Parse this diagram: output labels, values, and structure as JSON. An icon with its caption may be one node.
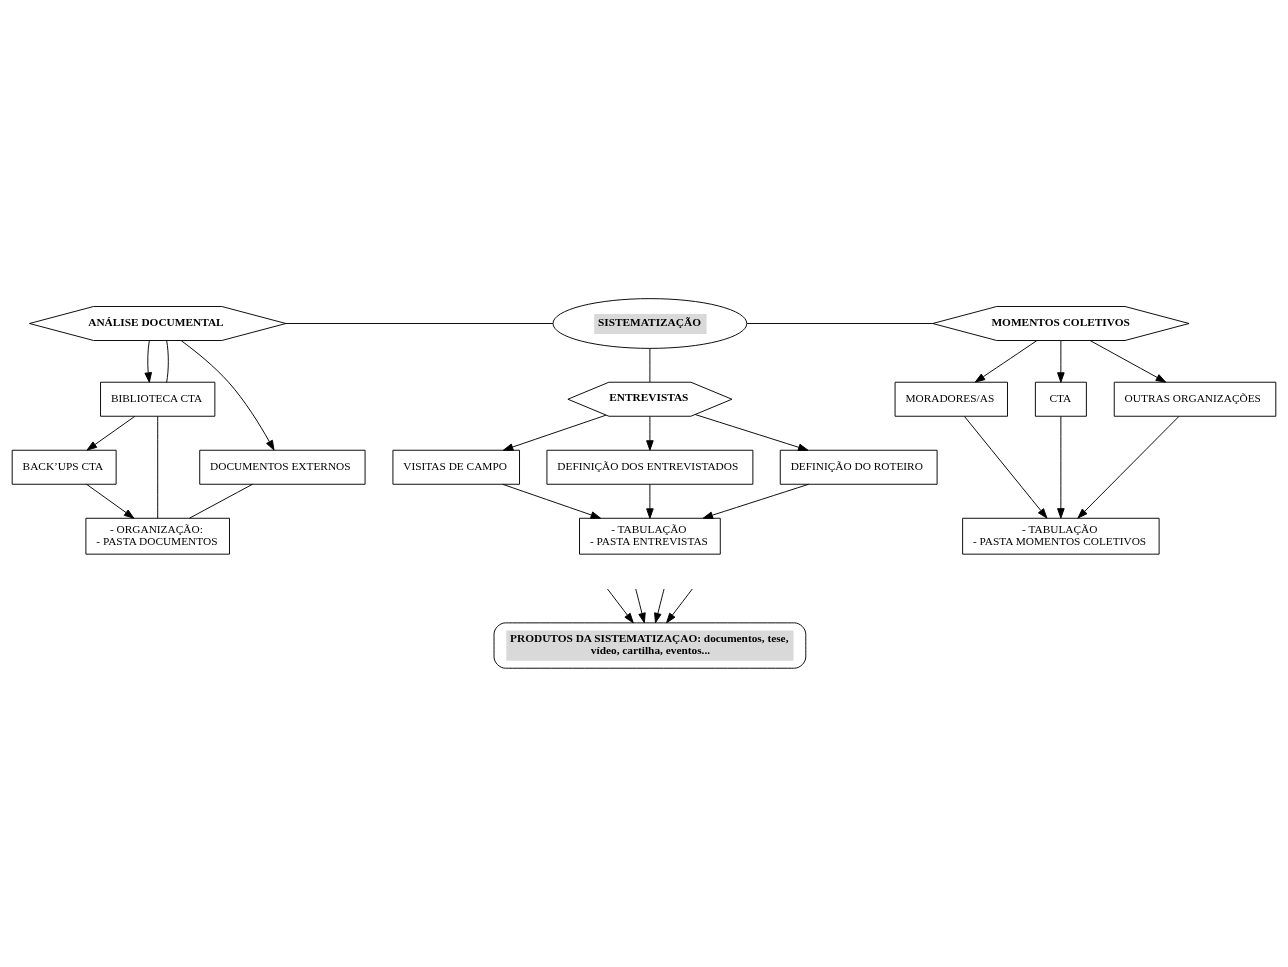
{
  "diagram": {
    "nodes": [
      {
        "text": [
          "ANÁLISE DOCUMENTAL"
        ]
      },
      {
        "text": [
          "SISTEMATIZAÇÃO"
        ]
      },
      {
        "text": [
          "MOMENTOS COLETIVOS"
        ]
      },
      {
        "text": [
          "BIBLIOTECA CTA"
        ]
      },
      {
        "text": [
          "DOCUMENTOS EXTERNOS"
        ]
      },
      {
        "text": [
          "MORADORES/AS"
        ]
      },
      {
        "text": [
          "CTA"
        ]
      },
      {
        "text": [
          "BACK’UPS CTA"
        ]
      },
      {
        "text": [
          "ENTREVISTAS"
        ]
      },
      {
        "text": [
          "OUTRAS ORGANIZAÇÕES"
        ]
      },
      {
        "text": [
          "VISITAS DE CAMPO"
        ]
      },
      {
        "text": [
          "DEFINIÇÃO DOS ENTREVISTADOS"
        ]
      },
      {
        "text": [
          "DEFINIÇÃO DO ROTEIRO"
        ]
      },
      {
        "text": [
          "- ORGANIZAÇÃO:",
          "- PASTA DOCUMENTOS"
        ]
      },
      {
        "text": [
          "- TABULAÇÃO",
          "- PASTA ENTREVISTAS"
        ]
      },
      {
        "text": [
          "- TABULAÇÃO",
          "- PASTA MOMENTOS COLETIVOS"
        ]
      },
      {
        "text": [
          "PRODUTOS DA SISTEMATIZAÇAO: documentos, tese, vídeo, cartilha, eventos..."
        ]
      }
    ],
    "edges": [
      {
        "from": 0,
        "to": 1,
        "arrow": "none"
      },
      {
        "from": 1,
        "to": 2,
        "arrow": "none"
      },
      {
        "from": 1,
        "to": 8,
        "arrow": "none"
      },
      {
        "from": 0,
        "to": 3,
        "arrow": "to"
      },
      {
        "from": 0,
        "to": 3,
        "arrow": "none"
      },
      {
        "from": 0,
        "to": 4,
        "arrow": "to"
      },
      {
        "from": 2,
        "to": 5,
        "arrow": "to"
      },
      {
        "from": 2,
        "to": 9,
        "arrow": "to"
      },
      {
        "from": 2,
        "to": 6,
        "arrow": "to"
      },
      {
        "from": 3,
        "to": 7,
        "arrow": "to"
      },
      {
        "from": 3,
        "to": 13,
        "arrow": "none"
      },
      {
        "from": 4,
        "to": 13,
        "arrow": "none"
      },
      {
        "from": 7,
        "to": 13,
        "arrow": "to"
      },
      {
        "from": 8,
        "to": 10,
        "arrow": "to"
      },
      {
        "from": 8,
        "to": 12,
        "arrow": "to"
      },
      {
        "from": 8,
        "to": 11,
        "arrow": "to"
      },
      {
        "from": 10,
        "to": 14,
        "arrow": "to"
      },
      {
        "from": 12,
        "to": 14,
        "arrow": "to"
      },
      {
        "from": 11,
        "to": 14,
        "arrow": "to"
      },
      {
        "from": 5,
        "to": 15,
        "arrow": "to"
      },
      {
        "from": 9,
        "to": 15,
        "arrow": "to"
      },
      {
        "from": 6,
        "to": 15,
        "arrow": "to"
      },
      {
        "from": null,
        "to": 16,
        "arrow": "to"
      },
      {
        "from": null,
        "to": 16,
        "arrow": "to"
      },
      {
        "from": null,
        "to": 16,
        "arrow": "to"
      },
      {
        "from": null,
        "to": 16,
        "arrow": "to"
      }
    ]
  }
}
